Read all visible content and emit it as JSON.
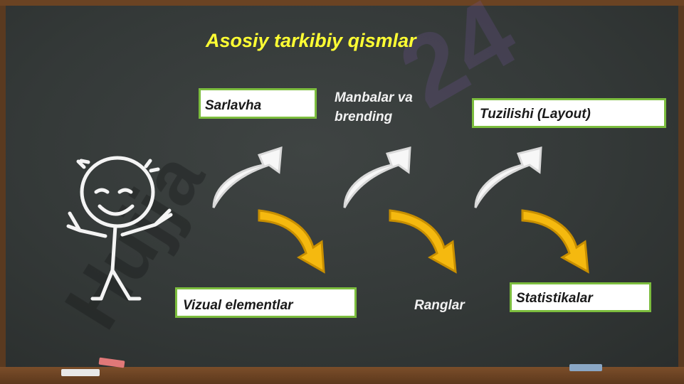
{
  "slide": {
    "title": "Asosiy tarkibiy qismlar",
    "items": {
      "sarlavha": "Sarlavha",
      "manbalar_line1": "Manbalar va",
      "manbalar_line2": "brending",
      "tuzilishi": "Tuzilishi (Layout)",
      "vizual": "Vizual elementlar",
      "ranglar": "Ranglar",
      "statistikalar": "Statistikalar"
    },
    "watermark": "Hujja 24",
    "colors": {
      "title": "#ffff33",
      "box_border": "#7cbd3e",
      "arrow_up": "#ffffff",
      "arrow_down": "#f5b90f",
      "board": "#343938"
    },
    "icons": [
      "stick-figure",
      "curved-arrow-up",
      "curved-arrow-down"
    ]
  }
}
